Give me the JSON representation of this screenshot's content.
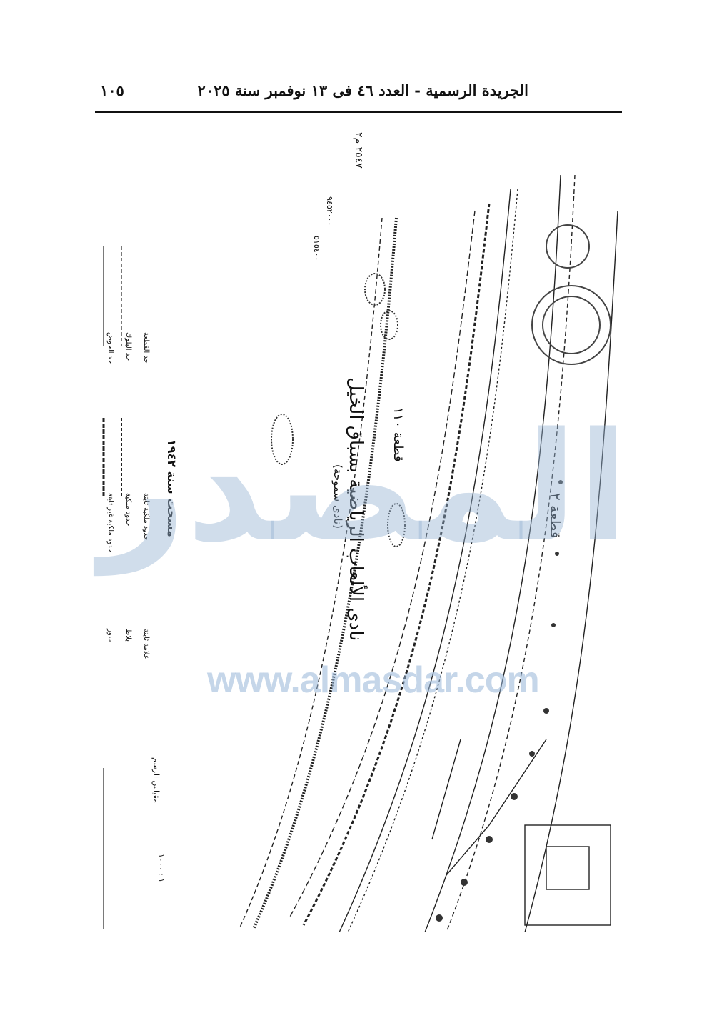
{
  "header": {
    "title": "الجريدة الرسمية - العدد ٤٦ فى ١٣ نوفمبر سنة ٢٠٢٥",
    "page_number": "١٠٥"
  },
  "map": {
    "main_label": "نادى الألعاب الرياضية بسباق الخيل",
    "sub_label": "(نادى سموحة)",
    "parcel_110": "قطعة ١١٠",
    "parcel_2": "قطعة ٢",
    "survey_note": "مسحت سنة ١٩٤٢",
    "area_value": "٢٥٤٧ م٢",
    "coord_north": "٩٤٥٢٠٠٠",
    "coord_east": "٥١٥٤٠٠",
    "scale": "١ : ١٠٠٠",
    "scale_label": "مقياس الرسم"
  },
  "legend": {
    "items": [
      "حد القطعة",
      "حد البلوك",
      "حد الحوض",
      "حدود ملكية ثابتة",
      "حدود ملكية",
      "حدود ملكية غير ثابتة",
      "علامة ثابتة",
      "بلاط",
      "سور"
    ]
  },
  "watermark": {
    "text": "المصدر",
    "url": "www.almasdar.com"
  }
}
